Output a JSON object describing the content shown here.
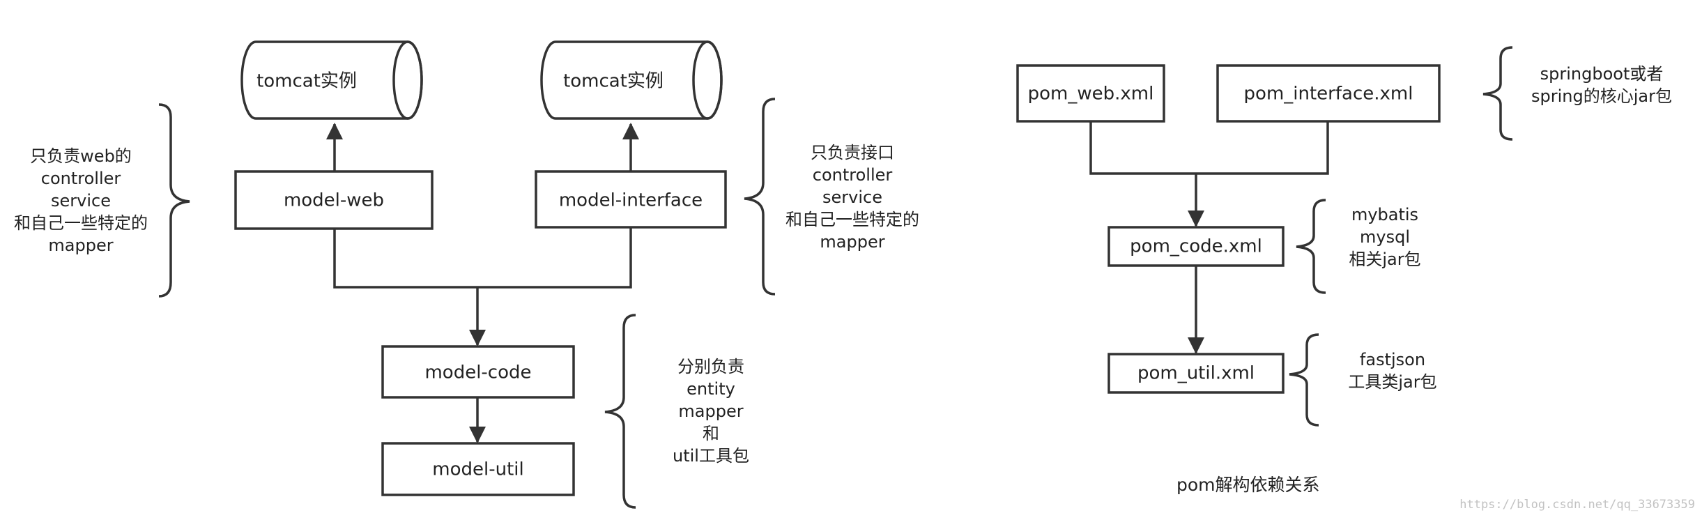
{
  "left": {
    "cyl_web": "tomcat实例",
    "cyl_interface": "tomcat实例",
    "box_web": "model-web",
    "box_interface": "model-interface",
    "box_code": "model-code",
    "box_util": "model-util",
    "note_web": [
      "只负责web的",
      "controller",
      "service",
      "和自己一些特定的",
      "mapper"
    ],
    "note_interface": [
      "只负责接口",
      "controller",
      "service",
      "和自己一些特定的",
      "mapper"
    ],
    "note_code": [
      "分别负责",
      "entity",
      "mapper",
      "和",
      "util工具包"
    ]
  },
  "right": {
    "box_pom_web": "pom_web.xml",
    "box_pom_interface": "pom_interface.xml",
    "box_pom_code": "pom_code.xml",
    "box_pom_util": "pom_util.xml",
    "note_springboot": [
      "springboot或者",
      "spring的核心jar包"
    ],
    "note_mybatis": [
      "mybatis",
      "mysql",
      "相关jar包"
    ],
    "note_fastjson": [
      "fastjson",
      "工具类jar包"
    ],
    "caption": "pom解构依赖关系"
  },
  "watermark": "https://blog.csdn.net/qq_33673359"
}
